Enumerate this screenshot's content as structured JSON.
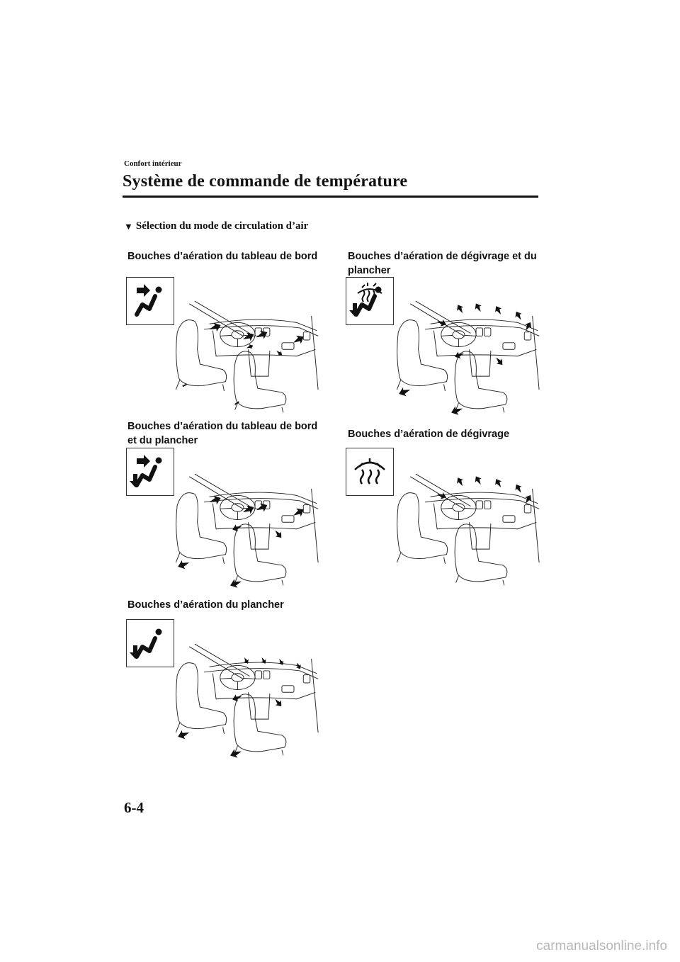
{
  "header": {
    "section": "Confort intérieur",
    "title": "Système de commande de température"
  },
  "subheading": {
    "marker": "▼",
    "text": "Sélection du mode de circulation d’air"
  },
  "modes": [
    {
      "caption": "Bouches d’aération du tableau de bord",
      "icon": "face-vent-icon"
    },
    {
      "caption": "Bouches d’aération de dégivrage et du plancher",
      "icon": "defrost-floor-icon"
    },
    {
      "caption": "Bouches d’aération du tableau de bord et du plancher",
      "icon": "bi-level-icon"
    },
    {
      "caption": "Bouches d’aération de dégivrage",
      "icon": "defrost-icon"
    },
    {
      "caption": "Bouches d’aération du plancher",
      "icon": "floor-vent-icon"
    }
  ],
  "footer": {
    "page_number": "6-4",
    "watermark": "carmanualsonline.info"
  }
}
